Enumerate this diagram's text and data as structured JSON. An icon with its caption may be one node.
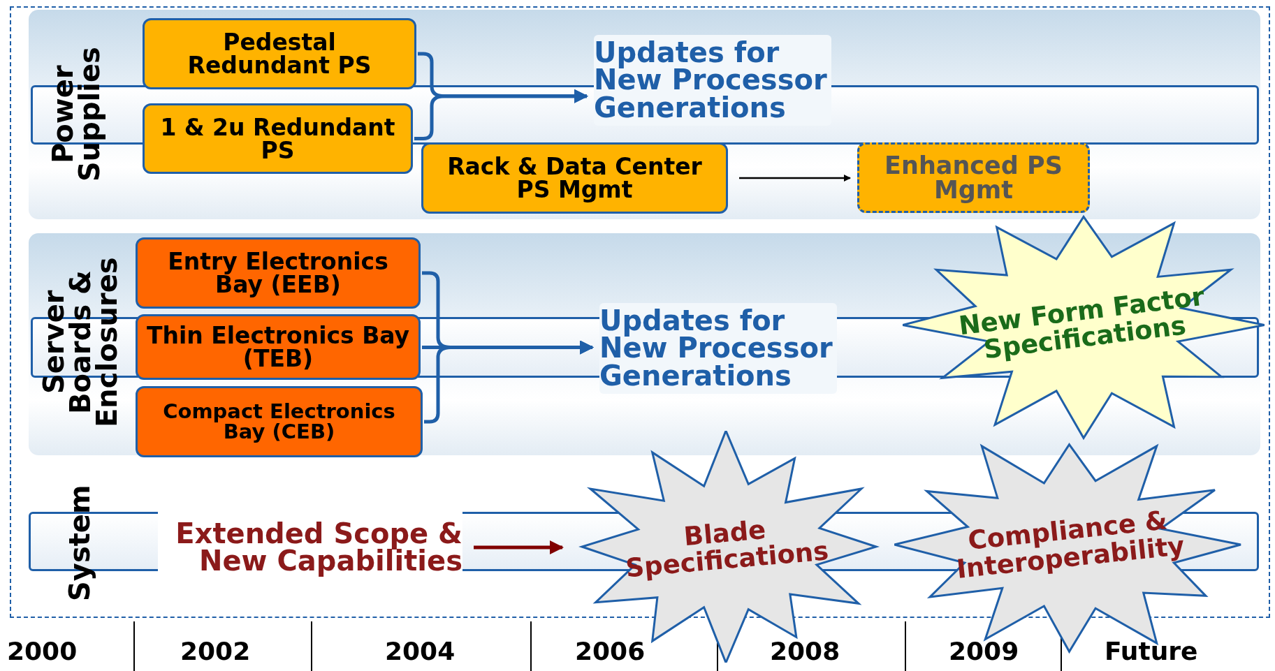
{
  "diagram": {
    "nodes": [
      {
        "text": [
          "Power Supplies"
        ]
      },
      {
        "text": [
          "Pedestal Redundant PS"
        ],
        "in": 0
      },
      {
        "text": [
          "1 & 2u Redundant PS"
        ],
        "in": 0
      },
      {
        "text": [
          "Updates for New Processor Generations"
        ],
        "in": 0
      },
      {
        "text": [
          "Rack & Data Center PS Mgmt"
        ],
        "in": 0
      },
      {
        "text": [
          "Enhanced PS Mgmt"
        ],
        "in": 0
      },
      {
        "text": [
          "Server Boards & Enclosures"
        ]
      },
      {
        "text": [
          "Entry Electronics Bay (EEB)"
        ],
        "in": 6
      },
      {
        "text": [
          "Thin Electronics Bay (TEB)"
        ],
        "in": 6
      },
      {
        "text": [
          "Compact Electronics Bay (CEB)"
        ],
        "in": 6
      },
      {
        "text": [
          "Updates for New Processor Generations"
        ],
        "in": 6
      },
      {
        "text": [
          "New Form Factor Specifications"
        ]
      },
      {
        "text": [
          "System"
        ]
      },
      {
        "text": [
          "Extended Scope & New Capabilities"
        ],
        "in": 12
      },
      {
        "text": [
          "Blade Specifications"
        ]
      },
      {
        "text": [
          "Compliance & Interoperability"
        ]
      }
    ],
    "edges": [
      {
        "from": 1,
        "to": 3,
        "arrow": "to"
      },
      {
        "from": 2,
        "to": 3,
        "arrow": "to"
      },
      {
        "from": 4,
        "to": 5,
        "arrow": "to",
        "color": "#000000"
      },
      {
        "from": 7,
        "to": 10,
        "arrow": "to"
      },
      {
        "from": 8,
        "to": 10,
        "arrow": "to"
      },
      {
        "from": 9,
        "to": 10,
        "arrow": "to"
      },
      {
        "from": 13,
        "to": 14,
        "arrow": "to",
        "color": "#800000"
      }
    ],
    "labels": [
      "2000",
      "2002",
      "2004",
      "2006",
      "2008",
      "2009",
      "Future"
    ]
  }
}
